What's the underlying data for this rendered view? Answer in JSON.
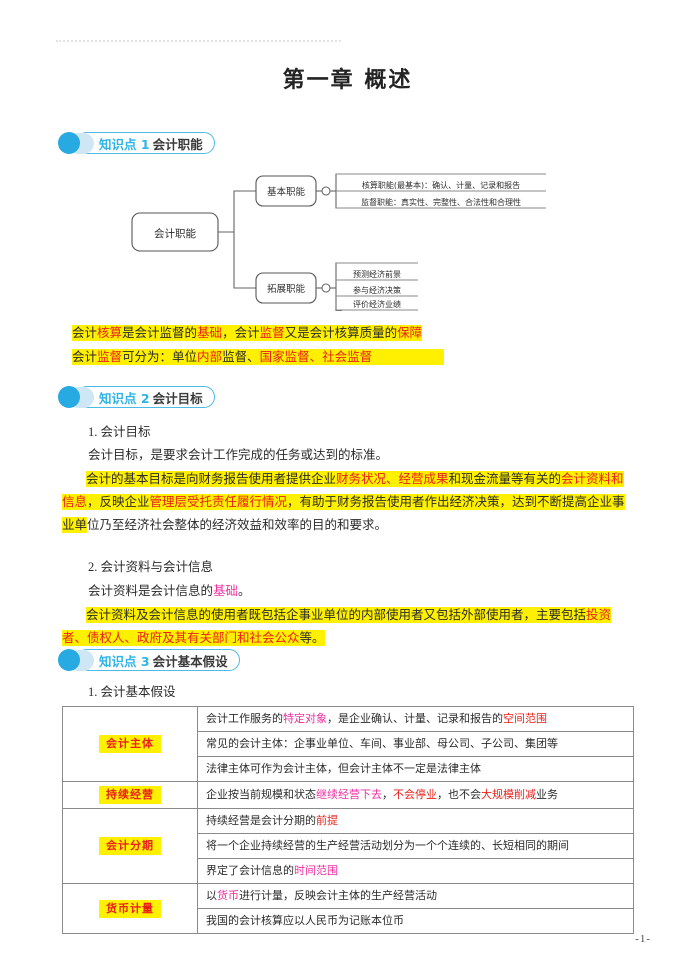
{
  "document": {
    "chapter_title": "第一章 概述",
    "page_number": "-1-"
  },
  "sections": [
    {
      "badge_num": "知识点 1",
      "badge_label": "会计职能"
    },
    {
      "badge_num": "知识点 2",
      "badge_label": "会计目标"
    },
    {
      "badge_num": "知识点 3",
      "badge_label": "会计基本假设"
    }
  ],
  "mindmap": {
    "root": "会计职能",
    "branch1": {
      "label": "基本职能",
      "leaves": [
        "核算职能(最基本)：确认、计量、记录和报告",
        "监督职能：真实性、完整性、合法性和合理性"
      ]
    },
    "branch2": {
      "label": "拓展职能",
      "leaves": [
        "预测经济前景",
        "参与经济决策",
        "评价经济业绩"
      ]
    }
  },
  "section1_notes": {
    "line1": {
      "p1": "会计",
      "r1": "核算",
      "p2": "是会计监督的",
      "r2": "基础",
      "p3": "，会计",
      "r3": "监督",
      "p4": "又是会计核算质量的",
      "r4": "保障"
    },
    "line2": {
      "p1": "会计",
      "r1": "监督",
      "p2": "可分为：单位",
      "r2": "内部",
      "p3": "监督、",
      "r3": "国家监督、社会监督"
    }
  },
  "section2": {
    "sub1_title": "1. 会计目标",
    "sub1_text": "会计目标，是要求会计工作完成的任务或达到的标准。",
    "highlight1": {
      "p1": "会计的基本目标是向财务报告使用者提供企业",
      "r1": "财务状况、经营成果",
      "p2": "和现金流量等有关的",
      "r2": "会计资料和信息",
      "p3": "，反映企业",
      "r3": "管理层受托责任履行情况",
      "p4": "，有助于财务报告使用者作出经济决策，达到不断提高企业事业单"
    },
    "tail_text": "位乃至经济社会整体的经济效益和效率的目的和要求。",
    "sub2_title": "2. 会计资料与会计信息",
    "sub2_text_p1": "会计资料是会计信息的",
    "sub2_text_m1": "基础",
    "sub2_text_p2": "。",
    "highlight2": {
      "p1": "会计资料及会计信息的使用者既包括企事业单位的内部使用者又包括外部使用者，主要包括",
      "r1": "投资者、债权人、政府及其有关部门和社会公众",
      "p2": "等。"
    }
  },
  "section3": {
    "sub_title": "1. 会计基本假设",
    "table": {
      "groups": [
        {
          "key": "会计主体",
          "rows": [
            {
              "p1": "会计工作服务的",
              "m1": "特定对象",
              "p2": "，是企业确认、计量、记录和报告的",
              "r1": "空间范围",
              "p3": ""
            },
            {
              "p1": "常见的会计主体：企事业单位、车间、事业部、母公司、子公司、集团等",
              "m1": "",
              "p2": "",
              "r1": "",
              "p3": ""
            },
            {
              "p1": "法律主体可作为会计主体，但会计主体不一定是法律主体",
              "m1": "",
              "p2": "",
              "r1": "",
              "p3": ""
            }
          ]
        },
        {
          "key": "持续经营",
          "rows": [
            {
              "p1": "企业按当前规模和状态",
              "m1": "继续经营下去",
              "p2": "，",
              "r1": "不会停业",
              "p3": "，也不会",
              "r2": "大规模削减",
              "p4": "业务"
            }
          ]
        },
        {
          "key": "会计分期",
          "rows": [
            {
              "p1": "持续经营是会计分期的",
              "r1": "前提",
              "p2": ""
            },
            {
              "p1": "将一个企业持续经营的生产经营活动划分为一个个连续的、长短相同的期间",
              "r1": "",
              "p2": ""
            },
            {
              "p1": "界定了会计信息的",
              "m1": "时间范围",
              "p2": ""
            }
          ]
        },
        {
          "key": "货币计量",
          "rows": [
            {
              "p1": "以",
              "m1": "货币",
              "p2": "进行计量，反映会计主体的生产经营活动"
            },
            {
              "p1": "我国的会计核算应以人民币为记账本位币",
              "m1": "",
              "p2": ""
            }
          ]
        }
      ]
    }
  },
  "colors": {
    "highlight": "#fff000",
    "red": "#e8201b",
    "magenta": "#ee2fa0",
    "badge_blue": "#27a9e1",
    "badge_cyan": "#2fb3e6"
  }
}
